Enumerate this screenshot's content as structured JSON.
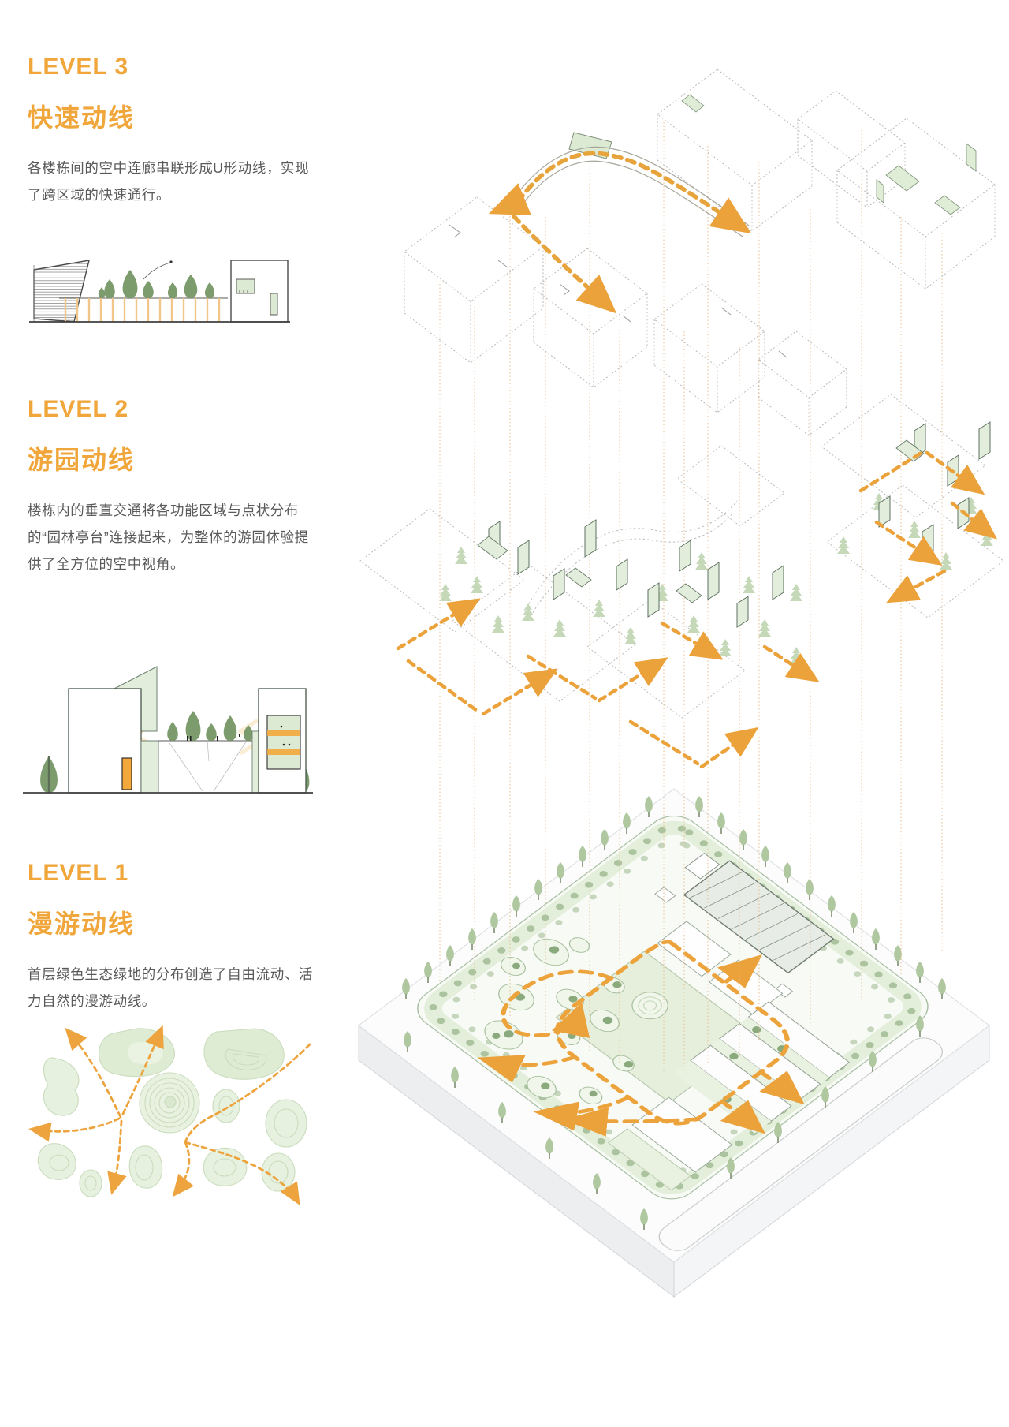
{
  "page": {
    "background": "#ffffff"
  },
  "colors": {
    "accent_orange": "#F0A63A",
    "route_orange": "#EBA23B",
    "pale_orange": "#F6D3A0",
    "connector_orange": "#E9BE8C",
    "tree_green_dark": "#7D9C6E",
    "panel_green_light": "#E2EEDB",
    "blob_green": "#E7F1DF",
    "body_text_gray": "#5A5A5A",
    "outline_gray": "#B9B9B9"
  },
  "sections": [
    {
      "id": "level-3",
      "level_label": "LEVEL 3",
      "title": "快速动线",
      "body": "各楼栋间的空中连廊串联形成U形动线，实现了跨区域的快速通行。",
      "diagram": "sky-corridor-section"
    },
    {
      "id": "level-2",
      "level_label": "LEVEL 2",
      "title": "游园动线",
      "body": "楼栋内的垂直交通将各功能区域与点状分布的“园林亭台”连接起来，为整体的游园体验提供了全方位的空中视角。",
      "diagram": "vertical-garden-section"
    },
    {
      "id": "level-1",
      "level_label": "LEVEL 1",
      "title": "漫游动线",
      "body": "首层绿色生态绿地的分布创造了自由流动、活力自然的漫游动线。",
      "diagram": "ground-meander-plan"
    }
  ],
  "axon": {
    "description-levels": [
      "level-3-sky-route",
      "level-2-garden-route",
      "level-1-site-plan"
    ]
  }
}
